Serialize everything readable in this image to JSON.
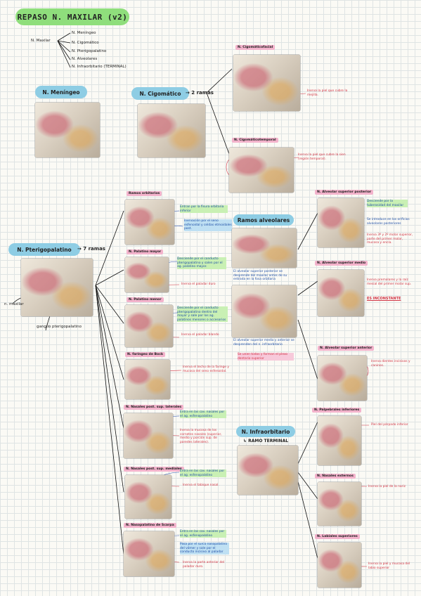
{
  "title": "REPASO N. MAXILAR (v2)",
  "tree": {
    "root": "N. Maxilar",
    "branches": [
      "N. Meníngeo",
      "N. Cigomático",
      "N. Pterigopalatino",
      "N. Alveolares",
      "N. Infraorbitario (TERMINAL)"
    ]
  },
  "meningeo": {
    "title": "N. Meníngeo"
  },
  "cigomatico": {
    "title": "N. Cigomático",
    "ramas": "→ 2 ramas",
    "branches": [
      {
        "label": "N. Cigomáticofacial",
        "note": "Inerva la piel que cubre la mejilla."
      },
      {
        "label": "N. Cigomáticotemporal",
        "note": "Inerva la piel que cubre la sien (región temporal)."
      }
    ]
  },
  "pterigo": {
    "title": "N. Pterigopalatino",
    "ramas": "→ 7 ramas",
    "label_maxilar": "n. maxilar",
    "label_ganglio": "ganglio pterigopalatino",
    "branches": [
      {
        "label": "Ramos orbitarios",
        "note1": "Entran por la fisura orbitaria inferior",
        "note2": "Inervación por el seno esfenoidal y celdas etmoidales post."
      },
      {
        "label": "N. Palatino mayor",
        "note1": "Desciende por el conducto pterigopalatino y salen por el ag. palatino mayor.",
        "note2": "Inerva el paladar duro"
      },
      {
        "label": "N. Palatino menor",
        "note1": "Desciende por el conducto pterigopalatino dentro del mayor y sale por los ag. palatinos menores o accesorios",
        "note2": "Inerva el paladar blando"
      },
      {
        "label": "N. faríngeo de Bock",
        "note": "Inerva el techo de la faringe y mucosa del seno esfenoidal."
      },
      {
        "label": "N. Nasales post. sup. laterales",
        "note1": "Entra en las cav. nasales por el ag. esfenopalatino",
        "note2": "Inerva la mucosa de los cornetes nasales (superior, medio y porción sup. de paredes laterales)."
      },
      {
        "label": "N. Nasales post. sup. mediales",
        "note1": "Entra en las cav. nasales por el ag. esfenopalatino",
        "note2": "Inerva el tabique nasal."
      },
      {
        "label": "N. Nasopalatino de Scarpa",
        "note1": "Entra en las cav. nasales por el ag. esfenopalatino",
        "note2": "Pasa por el surco nasopalatino del vómer y sale por el conducto incisivo al paladar",
        "note3": "Inerva la parte anterior del paladar duro."
      }
    ]
  },
  "alveolares": {
    "title": "Ramos alveolares",
    "note1": "El alveolar superior posterior se desprende del maxilar antes de su entrada en la fosa orbitaria",
    "note2": "El alveolar superior medio y anterior se desprenden del n. infraorbitario",
    "note3": "Se unen todos y forman el plexo dentario superior",
    "branches": [
      {
        "label": "N. Alveolar superior posterior",
        "note1": "Desciende por la tuberosidad del maxilar",
        "note2": "Se introduce en los orificios alveolares posteriores",
        "note3": "Inerva 3º y 2º molar superior, parte del primer molar, mucosa y encía."
      },
      {
        "label": "N. Alveolar superior medio",
        "note": "Inerva premolares y la raíz mesial del primer molar sup.",
        "extra": "ES INCONSTANTE"
      },
      {
        "label": "N. Alveolar superior anterior",
        "note": "Inerva dientes incisivos y caninos."
      }
    ]
  },
  "infra": {
    "title": "N. Infraorbitario",
    "subtitle": "↳ RAMO TERMINAL",
    "branches": [
      {
        "label": "N. Palpebrales inferiores",
        "note": "Piel del párpado inferior"
      },
      {
        "label": "N. Nasales externos",
        "note": "Inerva la piel de la nariz"
      },
      {
        "label": "N. Labiales superiores",
        "note": "Inerva la piel y mucosa del labio superior"
      }
    ]
  }
}
